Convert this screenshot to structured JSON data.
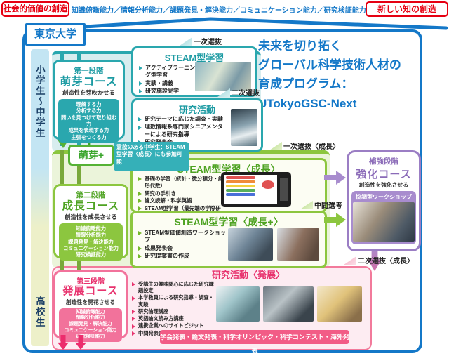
{
  "header": {
    "left_badge": "社会的価値の創造",
    "skills": "知識俯瞰能力／情報分析能力／課題発見・解決能力／コミュニケーション能力／研究検証能力",
    "right_badge": "新しい知の創造"
  },
  "university": "東京大学",
  "program_title": {
    "line1": "未来を切り拓く",
    "line2": "グローバル科学技術人材の",
    "line3": "育成プログラム：",
    "line4": "UTokyoGSC-Next"
  },
  "age_bar": {
    "upper": "小学生～中学生",
    "lower": "高校生"
  },
  "stage1": {
    "phase": "第一段階",
    "course": "萌芽コース",
    "slogan": "創造性を芽吹かせる",
    "skills": [
      "理解する力",
      "分析する力",
      "問いを見つけて取り組む力",
      "成果を表現する力",
      "主張をつくる力"
    ],
    "plus_label": "萌芽+",
    "plus_note": "意欲のある中学生：STEAM型学習〈成長〉にも参加可能"
  },
  "steam_basic": {
    "selection": "一次選抜",
    "title": "STEAM型学習",
    "items": [
      "アクティブラーニング型学習",
      "実験・講義",
      "研究施設見学"
    ]
  },
  "research_basic": {
    "selection": "二次選抜",
    "title": "研究活動",
    "items": [
      "研究テーマに応じた調査・実験",
      "理数情報系専門家シニアメンターによる研究指導",
      "研究発表会"
    ]
  },
  "stage2": {
    "phase": "第二段階",
    "course": "成長コース",
    "slogan": "創造性を成長させる",
    "skills": [
      "知識俯瞰能力",
      "情報分析能力",
      "課題発見・解決能力",
      "コミュニケーション能力",
      "研究検証能力"
    ]
  },
  "steam_growth": {
    "selection": "一次選抜〈成長〉",
    "title": "STEAM型学習〈成長〉",
    "items": [
      "基礎の学習（統計・微分積分・線形代数）",
      "研究の手引き",
      "論文読解・科学英語",
      "STEAM型学習（最先端の学際研究紹介）"
    ]
  },
  "steam_growth_plus": {
    "selection": "中間選考",
    "title": "STEAM型学習〈成長+〉",
    "items": [
      "STEAM型価値創造ワークショップ",
      "成果発表会",
      "研究提案書の作成"
    ]
  },
  "reinforce": {
    "phase": "補強段階",
    "course": "強化コース",
    "slogan": "創造性を強化させる",
    "workshop": "協調型ワークショップ"
  },
  "stage3": {
    "phase": "第三段階",
    "course": "発展コース",
    "slogan": "創造性を開花させる",
    "skills": [
      "知識俯瞰能力",
      "情報分析能力",
      "課題発見・解決能力",
      "コミュニケーション能力",
      "研究検証能力"
    ]
  },
  "research_dev": {
    "selection": "二次選抜〈成長〉",
    "title": "研究活動〈発展〉",
    "items": [
      "受講生の興味関心に応じた研究課題設定",
      "本学教員による研究指導・調査・実験",
      "研究倫理講座",
      "英語論文読み方講座",
      "連携企業へのサイトビジット",
      "中間発表会・成果発表会"
    ]
  },
  "footer_banner": "学会発表・論文発表・科学オリンピック・科学コンテスト・海外発表",
  "colors": {
    "blue": "#1478c8",
    "red": "#e60012",
    "teal": "#2aa7ae",
    "green": "#8cc63f",
    "purple": "#9b7ec4",
    "pink": "#f2729b"
  }
}
